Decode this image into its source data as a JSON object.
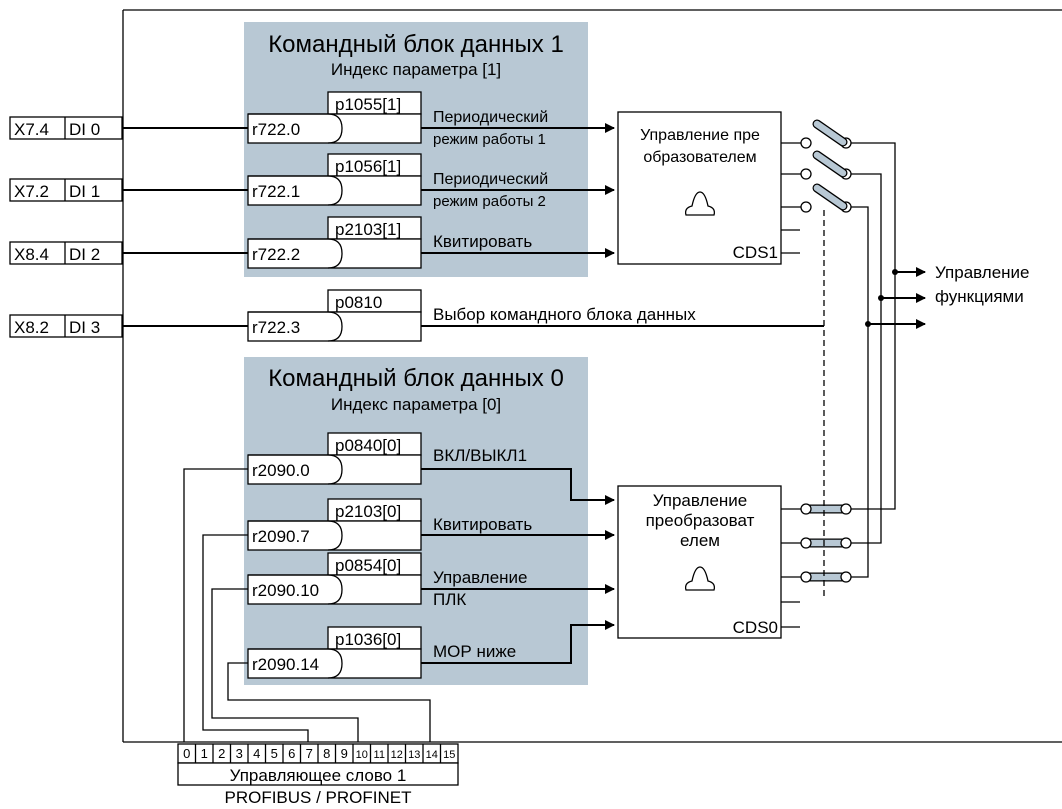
{
  "cds1": {
    "title": "Командный блок данных 1",
    "subtitle": "Индекс параметра [1]"
  },
  "cds0": {
    "title": "Командный блок данных 0",
    "subtitle": "Индекс параметра [0]"
  },
  "inputs": [
    {
      "terminal": "X7.4",
      "di": "DI 0"
    },
    {
      "terminal": "X7.2",
      "di": "DI 1"
    },
    {
      "terminal": "X8.4",
      "di": "DI 2"
    },
    {
      "terminal": "X8.2",
      "di": "DI 3"
    }
  ],
  "params_top": [
    {
      "param": "p1055[1]",
      "source": "r722.0",
      "label1": "Периодический",
      "label2": "режим работы 1"
    },
    {
      "param": "p1056[1]",
      "source": "r722.1",
      "label1": "Периодический",
      "label2": "режим работы 2"
    },
    {
      "param": "p2103[1]",
      "source": "r722.2",
      "label1": "Квитировать",
      "label2": ""
    }
  ],
  "param_select": {
    "param": "p0810",
    "source": "r722.3",
    "label": "Выбор командного блока данных"
  },
  "params_bottom": [
    {
      "param": "p0840[0]",
      "source": "r2090.0",
      "label1": "ВКЛ/ВЫКЛ1",
      "label2": ""
    },
    {
      "param": "p2103[0]",
      "source": "r2090.7",
      "label1": "Квитировать",
      "label2": ""
    },
    {
      "param": "p0854[0]",
      "source": "r2090.10",
      "label1": "Управление",
      "label2": "ПЛК"
    },
    {
      "param": "p1036[0]",
      "source": "r2090.14",
      "label1": "МОР ниже",
      "label2": ""
    }
  ],
  "ctrl_top": {
    "line1": "Управление пре",
    "line2": "образователем",
    "cds": "CDS1"
  },
  "ctrl_bottom": {
    "line1": "Управление",
    "line2": "преобразоват",
    "line3": "елем",
    "cds": "CDS0"
  },
  "output": {
    "line1": "Управление",
    "line2": "функциями"
  },
  "control_word": {
    "bits": [
      "0",
      "1",
      "2",
      "3",
      "4",
      "5",
      "6",
      "7",
      "8",
      "9",
      "10",
      "11",
      "12",
      "13",
      "14",
      "15"
    ],
    "label": "Управляющее слово 1",
    "bus": "PROFIBUS / PROFINET"
  },
  "colors": {
    "block_fill": "#b8c8d4",
    "switch_fill": "#b8c8d4",
    "line": "#000000"
  }
}
